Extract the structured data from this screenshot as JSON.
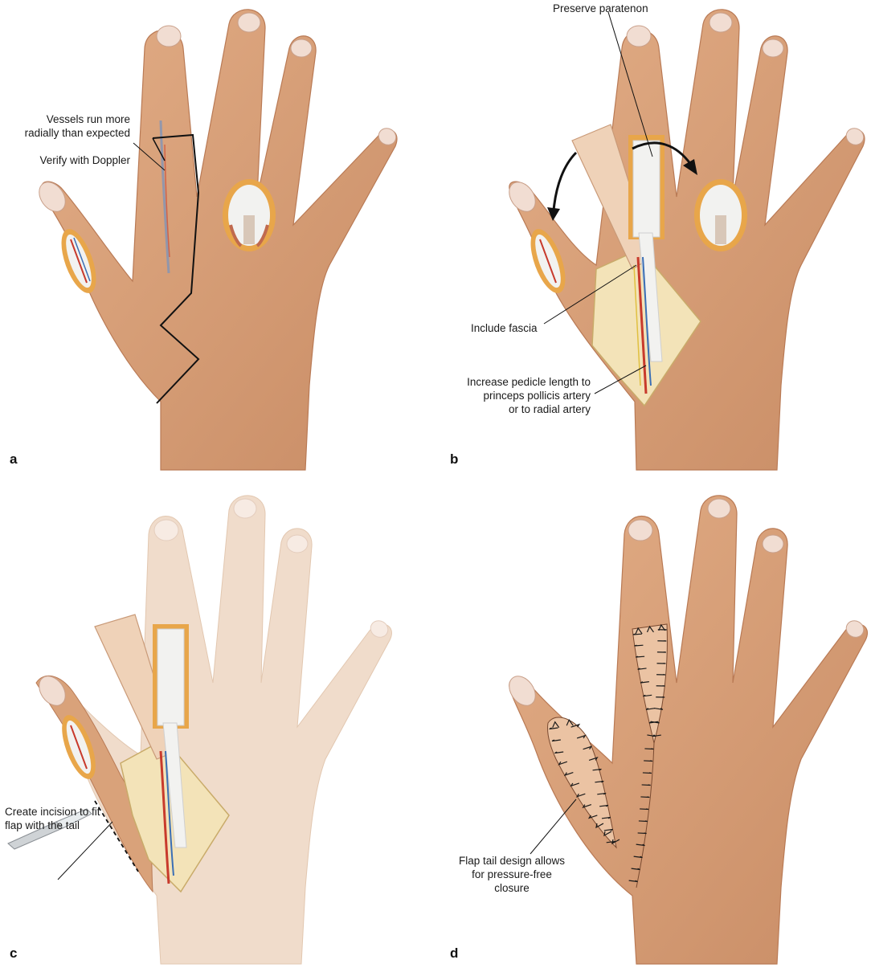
{
  "panels": {
    "a": {
      "letter": "a",
      "annotations": [
        "Vessels run more",
        "radially than expected",
        "Verify with Doppler"
      ]
    },
    "b": {
      "letter": "b",
      "annotations": [
        "Preserve paratenon",
        "Include fascia",
        "Increase pedicle length to",
        "princeps pollicis artery",
        "or to radial artery"
      ]
    },
    "c": {
      "letter": "c",
      "annotations": [
        "Create incision to fit",
        "flap with the tail"
      ]
    },
    "d": {
      "letter": "d",
      "annotations": [
        "Flap tail design allows",
        "for pressure-free",
        "closure"
      ]
    }
  },
  "colors": {
    "skin": "#d9a27a",
    "skin_shade": "#c98d66",
    "skin_pale": "#efd8c4",
    "nail": "#f1ddd2",
    "wound_rim": "#e8a64a",
    "tendon": "#f2f2f0",
    "fascia": "#f3e3b8",
    "artery": "#c83a2c",
    "vein": "#3b6fb5",
    "suture": "#1a1a1a"
  }
}
